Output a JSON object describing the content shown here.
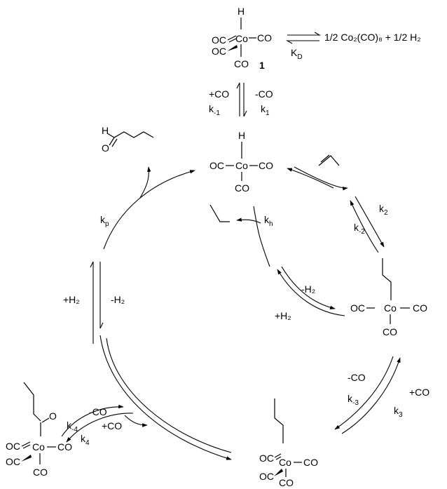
{
  "top_complex": {
    "h": "H",
    "oc_upper": "OC",
    "oc_lower": "OC",
    "co_metal": "Co",
    "co_right": "CO",
    "co_bottom": "CO",
    "label": "1"
  },
  "dimerization": {
    "product": "1/2 Co₂(CO)₈ + 1/2 H₂",
    "k_main": "K",
    "k_sub": "D"
  },
  "co_loss_step": {
    "plus_co": "+CO",
    "minus_co": "-CO",
    "k_minus1_main": "k",
    "k_minus1_sub": "-1",
    "k1_main": "k",
    "k1_sub": "1"
  },
  "center_complex": {
    "h": "H",
    "oc_left": "OC",
    "co_metal": "Co",
    "co_right": "CO",
    "co_bottom": "CO"
  },
  "insertion_step": {
    "k2_main": "k",
    "k2_sub": "2",
    "k_minus2_main": "k",
    "k_minus2_sub": "-2"
  },
  "alkyl_complex": {
    "oc_left": "OC",
    "co_metal": "Co",
    "co_right": "CO",
    "co_bottom": "CO"
  },
  "hydrogenation_branch": {
    "kh_main": "k",
    "kh_sub": "h",
    "minus_h2": "-H₂",
    "plus_h2": "+H₂"
  },
  "co_addition_step": {
    "minus_co": "-CO",
    "plus_co": "+CO",
    "k_minus3_main": "k",
    "k_minus3_sub": "-3",
    "k3_main": "k",
    "k3_sub": "3"
  },
  "alkyl_tetracarbonyl": {
    "oc_upper": "OC",
    "oc_lower": "OC",
    "co_metal": "Co",
    "co_right": "CO",
    "co_bottom": "CO"
  },
  "migration_step": {
    "minus_co": "-CO",
    "plus_co": "+CO",
    "k_minus4_main": "k",
    "k_minus4_sub": "-4",
    "k4_main": "k",
    "k4_sub": "4"
  },
  "acyl_complex": {
    "o": "O",
    "oc_upper": "OC",
    "oc_lower": "OC",
    "co_metal": "Co",
    "co_right": "CO",
    "co_bottom": "CO"
  },
  "hydrogenolysis_step": {
    "plus_h2": "+H₂",
    "minus_h2": "-H₂"
  },
  "product_step": {
    "kp_main": "k",
    "kp_sub": "p"
  },
  "aldehyde": {
    "h": "H",
    "o": "O"
  }
}
